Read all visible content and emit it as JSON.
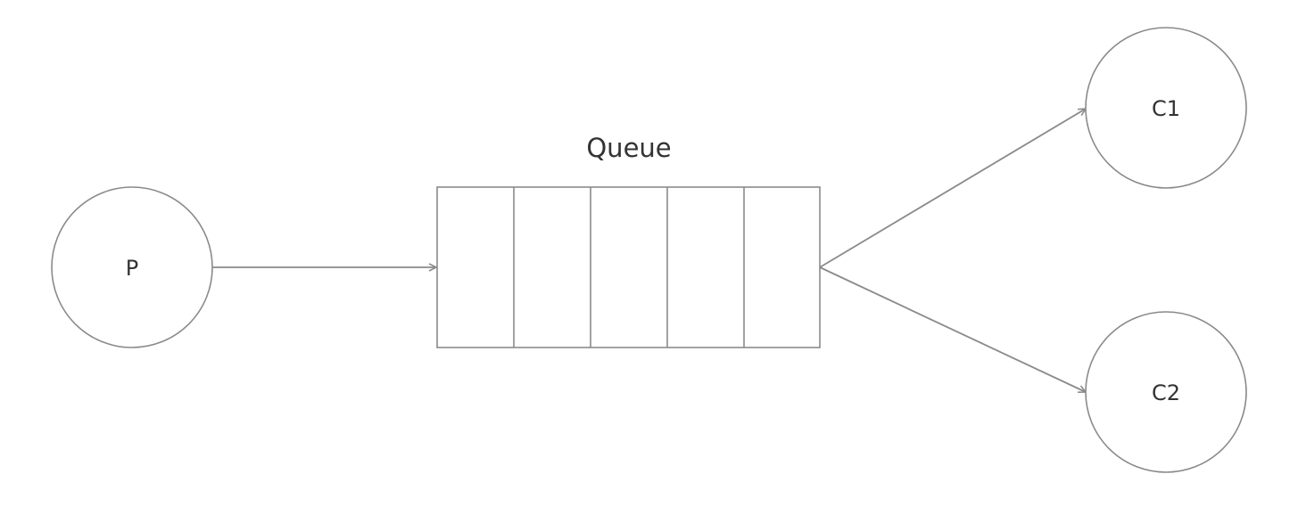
{
  "diagram": {
    "queue_label": "Queue",
    "producer": {
      "label": "P"
    },
    "consumers": [
      {
        "label": "C1"
      },
      {
        "label": "C2"
      }
    ],
    "colors": {
      "stroke": "#8a8a8a",
      "text": "#333333",
      "background": "#ffffff"
    }
  }
}
